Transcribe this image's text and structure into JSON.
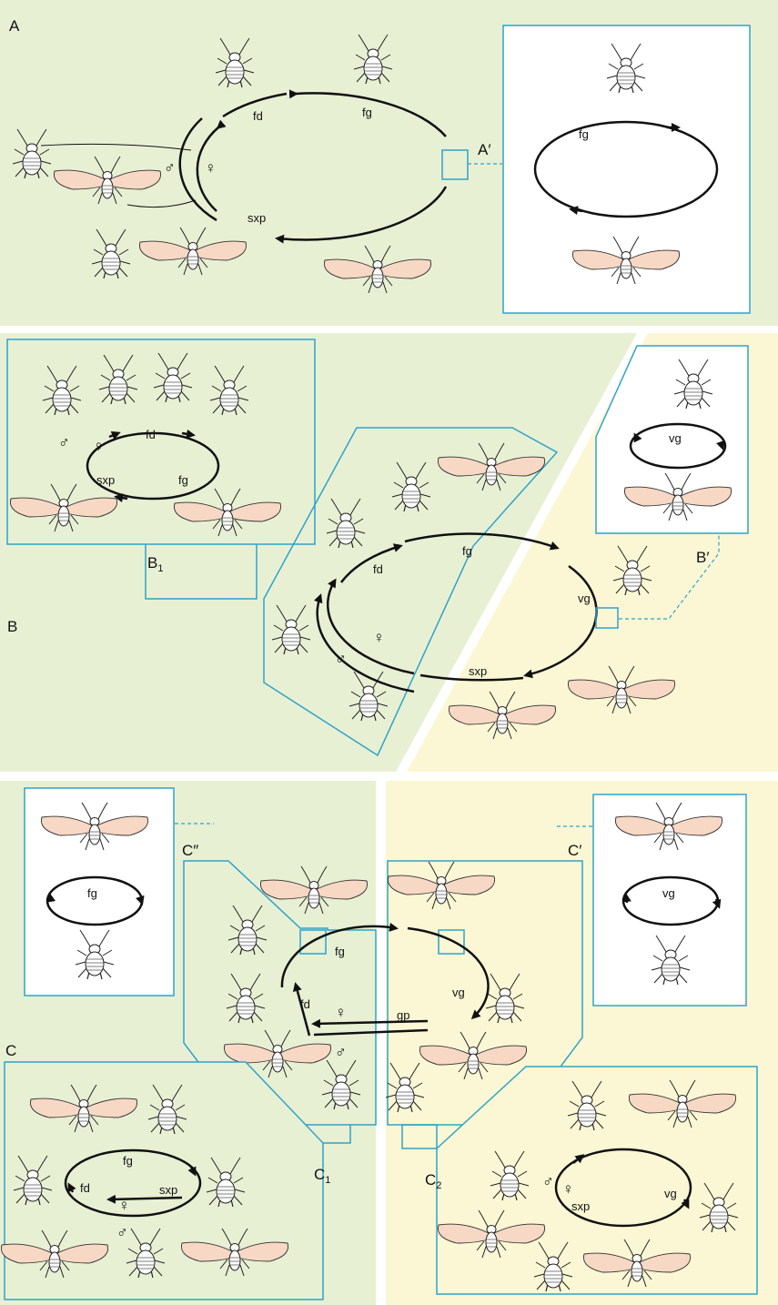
{
  "panels": {
    "A": {
      "letter": "A",
      "inset": "A′",
      "fd": "fd",
      "fg": "fg",
      "sxp": "sxp",
      "male": "♂",
      "female": "♀",
      "inset_fg": "fg"
    },
    "B": {
      "letter": "B",
      "sub1": "B",
      "sub1_index": "1",
      "inset": "B′",
      "fd": "fd",
      "fg": "fg",
      "vg": "vg",
      "sxp": "sxp",
      "male": "♂",
      "female": "♀",
      "b1_fd": "fd",
      "b1_fg": "fg",
      "b1_sxp": "sxp",
      "b1_male": "♂",
      "b1_female": "♀",
      "inset_vg": "vg"
    },
    "C": {
      "letter": "C",
      "inset_left": "C″",
      "inset_right": "C′",
      "sub1": "C",
      "sub1_index": "1",
      "sub2": "C",
      "sub2_index": "2",
      "fg": "fg",
      "fd": "fd",
      "vg": "vg",
      "gp": "gp",
      "male": "♂",
      "female": "♀",
      "left_inset_fg": "fg",
      "right_inset_vg": "vg",
      "c1_fg": "fg",
      "c1_fd": "fd",
      "c1_sxp": "sxp",
      "c1_male": "♂",
      "c1_female": "♀",
      "c2_vg": "vg",
      "c2_sxp": "sxp",
      "c2_male": "♂",
      "c2_female": "♀"
    }
  },
  "colors": {
    "green_bg": "#e8f0d4",
    "yellow_bg": "#fbf7d4",
    "inset_bg": "#ffffff",
    "frame_blue": "#2ea3c9",
    "wing_fill": "#f7d8c4",
    "ink": "#111111"
  },
  "icons": [
    "wingless-aphid-icon",
    "winged-aphid-icon",
    "cycle-arrow-icon"
  ]
}
